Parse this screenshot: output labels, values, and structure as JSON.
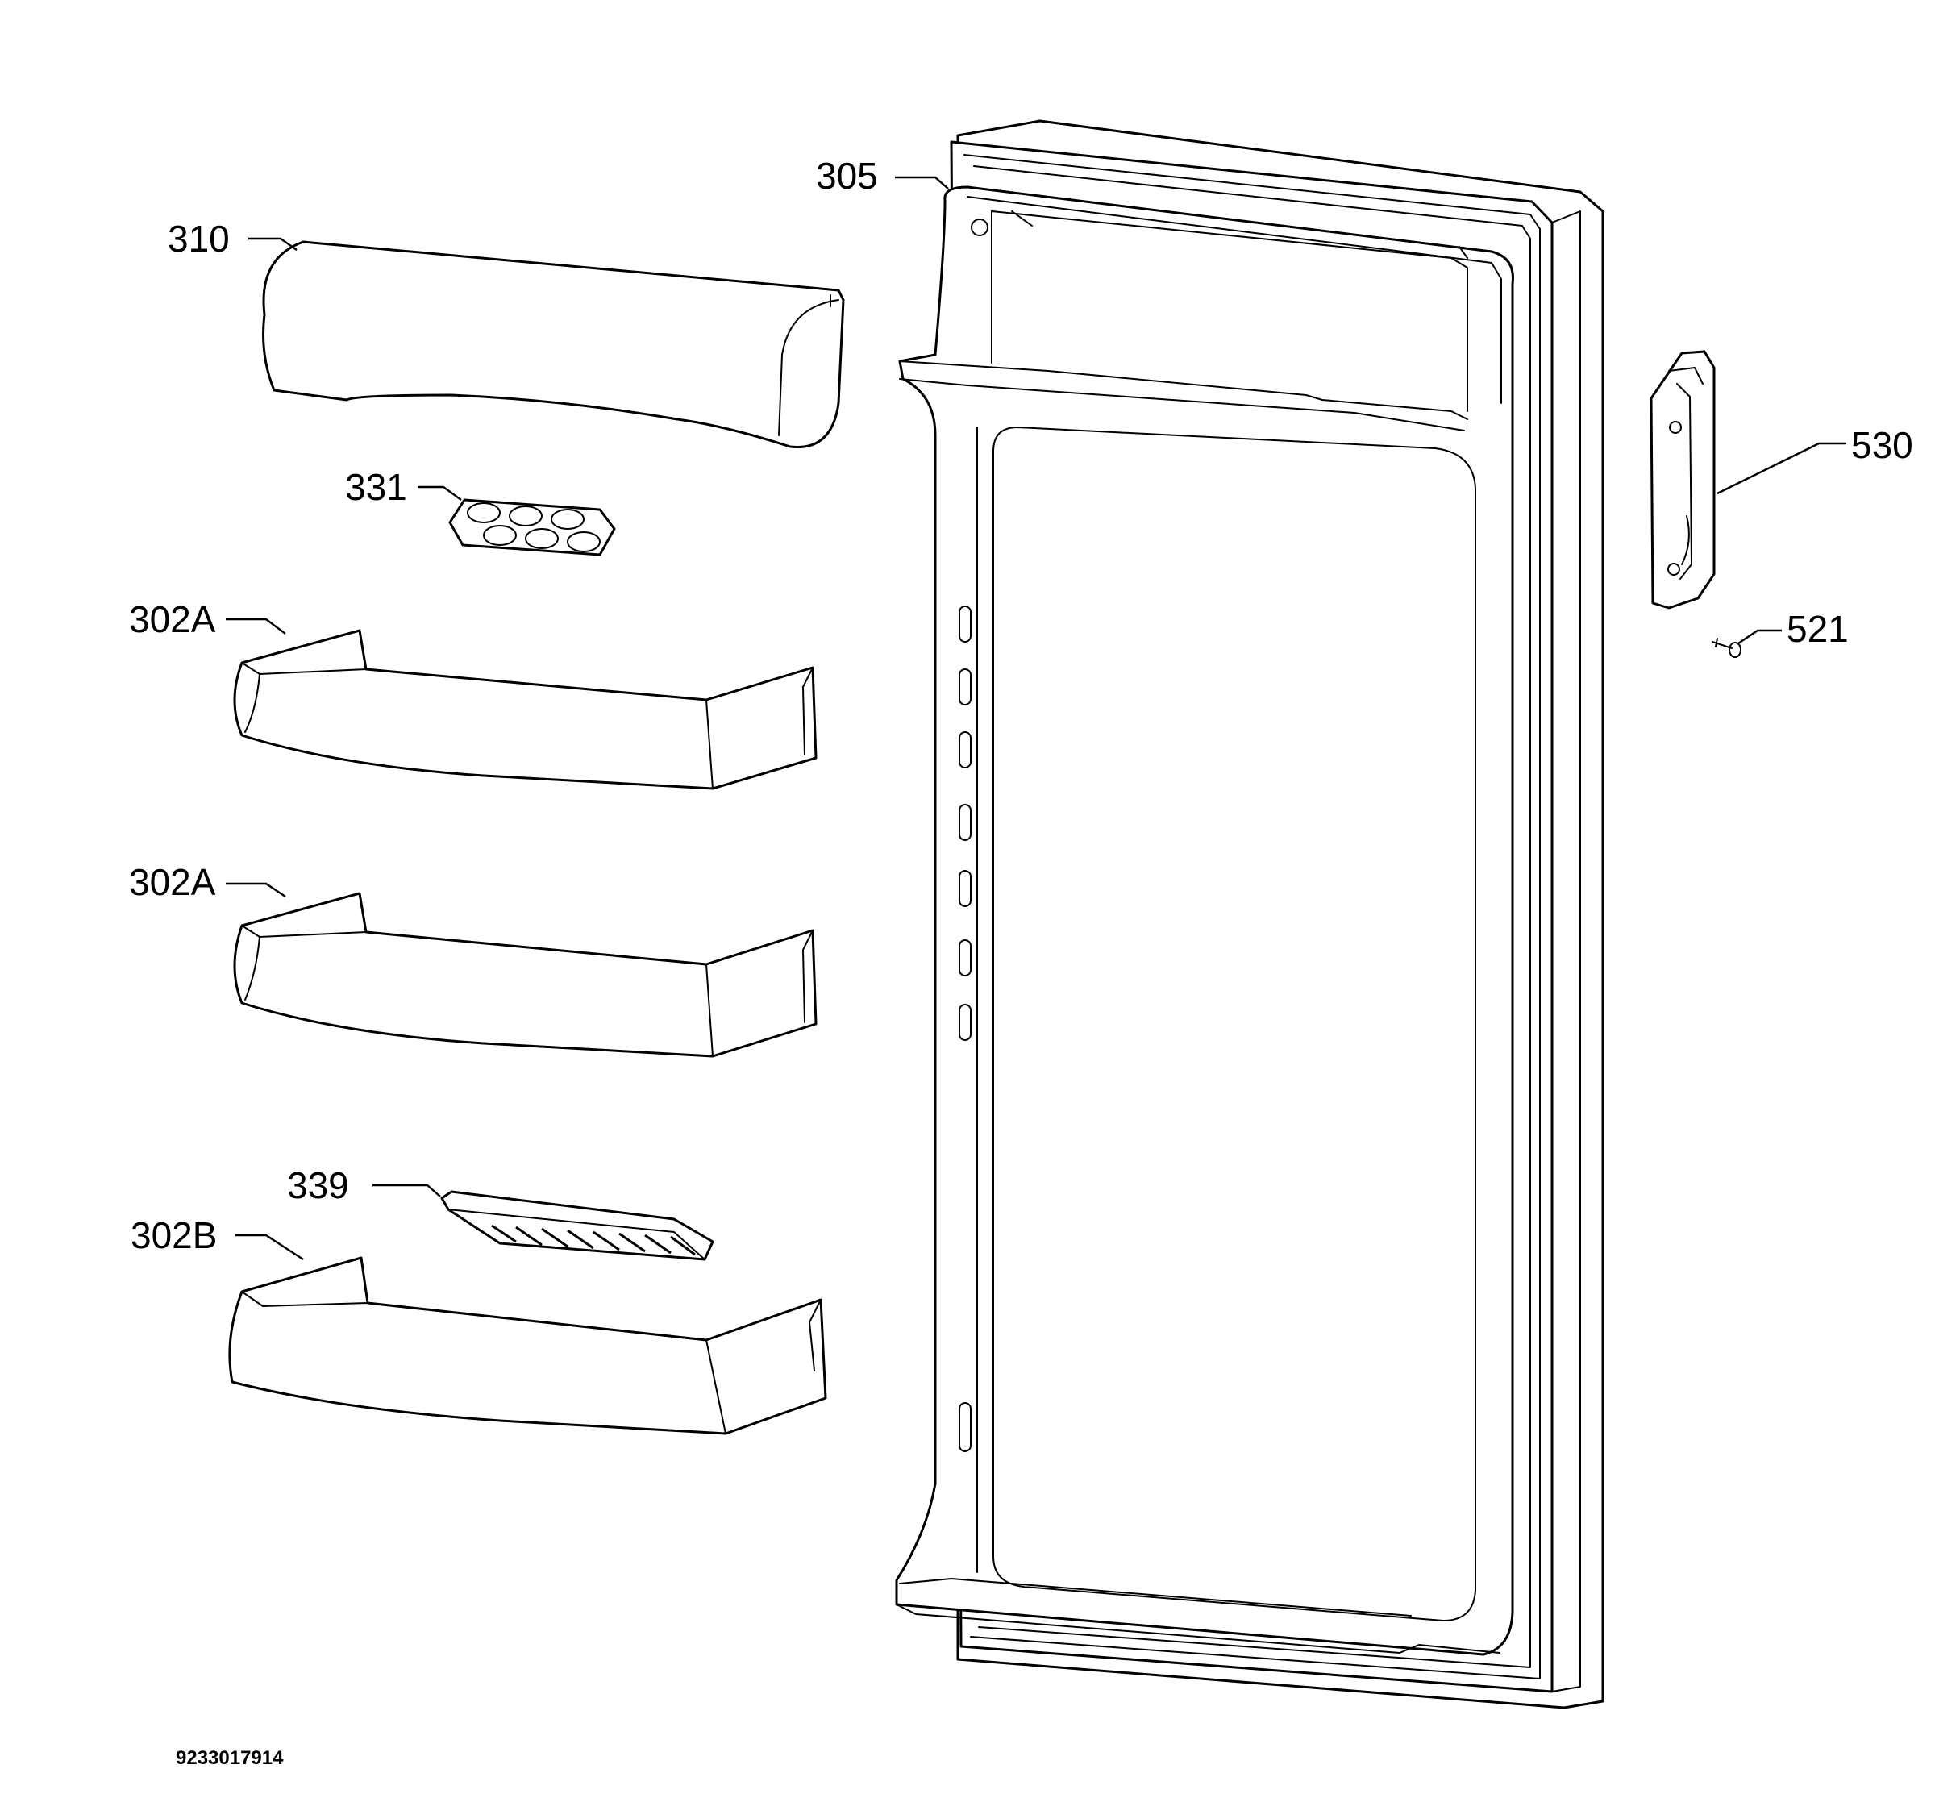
{
  "labels": {
    "door": "305",
    "cover": "310",
    "egg_tray": "331",
    "shelf_upper": "302A",
    "shelf_middle": "302A",
    "bar": "339",
    "shelf_lower": "302B",
    "handle": "530",
    "screw": "521"
  },
  "document_code": "9233017914",
  "colors": {
    "line": "#000000",
    "background": "#ffffff"
  }
}
